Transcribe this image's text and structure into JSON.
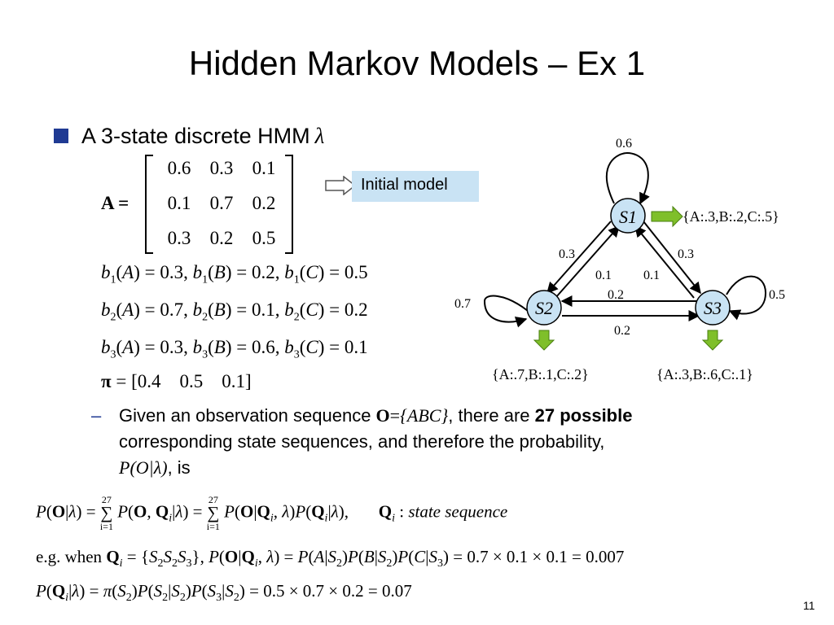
{
  "title": "Hidden Markov Models – Ex 1",
  "bullet": {
    "text": "A 3-state discrete HMM",
    "symbol": "λ"
  },
  "matrix_A": {
    "label": "A",
    "rows": [
      [
        "0.6",
        "0.3",
        "0.1"
      ],
      [
        "0.1",
        "0.7",
        "0.2"
      ],
      [
        "0.3",
        "0.2",
        "0.5"
      ]
    ]
  },
  "initial_model_label": "Initial model",
  "emissions": [
    {
      "state": "1",
      "A": "0.3",
      "B": "0.2",
      "C": "0.5"
    },
    {
      "state": "2",
      "A": "0.7",
      "B": "0.1",
      "C": "0.2"
    },
    {
      "state": "3",
      "A": "0.3",
      "B": "0.6",
      "C": "0.1"
    }
  ],
  "pi": {
    "label": "π",
    "values": [
      "0.4",
      "0.5",
      "0.1"
    ]
  },
  "sub_bullet": {
    "dash": "–",
    "part1": "Given an observation sequence ",
    "O": "O",
    "seq": "{ABC}",
    "part2": ", there are ",
    "bold": "27 possible",
    "line2": "corresponding state sequences, and therefore the probability,",
    "p_expr": "P(O|λ)",
    "line3_end": ", is"
  },
  "diagram": {
    "states": {
      "s1": "S1",
      "s2": "S2",
      "s3": "S3"
    },
    "self_loops": {
      "s1": "0.6",
      "s2": "0.7",
      "s3": "0.5"
    },
    "edges": {
      "s1_s2": "0.3",
      "s1_s3": "0.3",
      "s2_s1": "0.1",
      "s3_s1": "0.1",
      "s3_s2": "0.2",
      "s2_s3": "0.2"
    },
    "emission_sets": {
      "s1": "{A:.3,B:.2,C:.5}",
      "s2": "{A:.7,B:.1,C:.2}",
      "s3": "{A:.3,B:.6,C:.1}"
    },
    "colors": {
      "arrow_fill": "#7fbf2a",
      "arrow_stroke": "#4a7f10",
      "highlight": "#c9e3f4"
    }
  },
  "equations": {
    "eq1_note": "state sequence",
    "eq2_prefix": "e.g. when",
    "eq2_result": "0.7 × 0.1 × 0.1 = 0.007",
    "eq3_result": "0.5 × 0.7 × 0.2 = 0.07",
    "sum_upper": "27",
    "sum_lower": "i=1"
  },
  "page_number": "11"
}
